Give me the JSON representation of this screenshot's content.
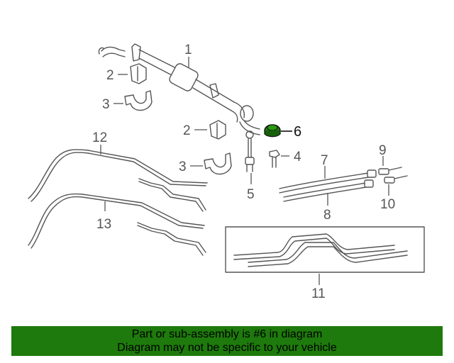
{
  "callouts": {
    "c1": "1",
    "c2a": "2",
    "c2b": "2",
    "c3a": "3",
    "c3b": "3",
    "c4": "4",
    "c5": "5",
    "c6": "6",
    "c7": "7",
    "c8": "8",
    "c9": "9",
    "c10": "10",
    "c11": "11",
    "c12": "12",
    "c13": "13"
  },
  "highlighted_part": "6",
  "colors": {
    "highlight": "#1e7a0c",
    "banner": "#1e7a0c",
    "line": "#555555"
  },
  "banner": {
    "line1": "Part or sub-assembly is #6 in diagram",
    "line2": "Diagram may not be specific to your vehicle"
  }
}
